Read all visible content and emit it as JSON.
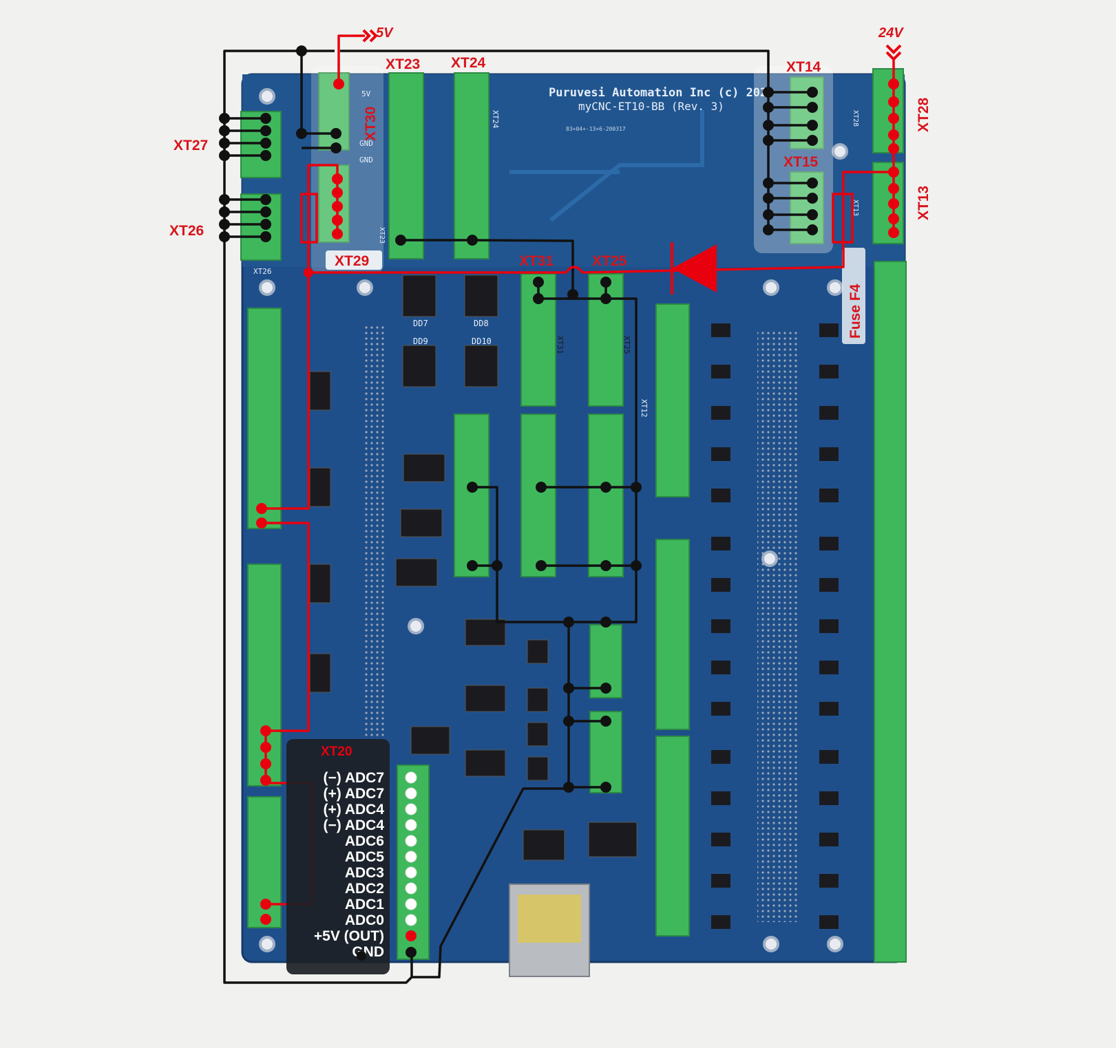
{
  "board": {
    "silk_title": "Puruvesi Automation Inc  (c) 2020",
    "silk_model": "myCNC-ET10-BB (Rev. 3)",
    "silk_code": "83+04+-13+6-200317",
    "silk_chips": [
      "DD7",
      "DD8",
      "DD9",
      "DD10"
    ],
    "silk_misc": {
      "vcc": "5V",
      "gnd1": "GND",
      "gnd2": "GND",
      "xt26": "XT26",
      "xt24v": "XT24",
      "xt23v": "XT23",
      "xt12": "XT12",
      "xt28v": "XT28",
      "xt13v": "XT13",
      "xt31v": "XT31",
      "xt25v": "XT25"
    }
  },
  "power": {
    "v5": "5V",
    "v24": "24V"
  },
  "connectors": {
    "xt23": "XT23",
    "xt24": "XT24",
    "xt14": "XT14",
    "xt15": "XT15",
    "xt28": "XT28",
    "xt13": "XT13",
    "xt27": "XT27",
    "xt26": "XT26",
    "xt30": "XT30",
    "xt29": "XT29",
    "xt31": "XT31",
    "xt25": "XT25",
    "fuse": "Fuse F4"
  },
  "xt20": {
    "title": "XT20",
    "pins": [
      "(−) ADC7",
      "(+) ADC7",
      "(+) ADC4",
      "(−) ADC4",
      "ADC6",
      "ADC5",
      "ADC3",
      "ADC2",
      "ADC1",
      "ADC0",
      "+5V (OUT)",
      "GND"
    ]
  },
  "colors": {
    "pcb": "#1f4f8a",
    "terminal": "#3fb85c",
    "wire_red": "#e8000e",
    "wire_black": "#111111",
    "label_red": "#d8141c"
  }
}
